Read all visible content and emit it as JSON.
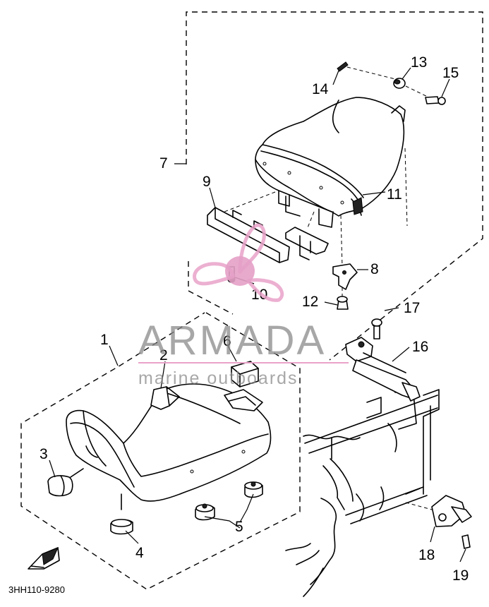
{
  "diagram": {
    "part_code": "3HH110-9280",
    "callouts": [
      {
        "id": "c1",
        "text": "1"
      },
      {
        "id": "c2",
        "text": "2"
      },
      {
        "id": "c3",
        "text": "3"
      },
      {
        "id": "c4",
        "text": "4"
      },
      {
        "id": "c5",
        "text": "5"
      },
      {
        "id": "c6",
        "text": "6"
      },
      {
        "id": "c7",
        "text": "7"
      },
      {
        "id": "c8",
        "text": "8"
      },
      {
        "id": "c9",
        "text": "9"
      },
      {
        "id": "c10",
        "text": "10"
      },
      {
        "id": "c11",
        "text": "11"
      },
      {
        "id": "c12",
        "text": "12"
      },
      {
        "id": "c13",
        "text": "13"
      },
      {
        "id": "c14",
        "text": "14"
      },
      {
        "id": "c15",
        "text": "15"
      },
      {
        "id": "c16",
        "text": "16"
      },
      {
        "id": "c17",
        "text": "17"
      },
      {
        "id": "c18",
        "text": "18"
      },
      {
        "id": "c19",
        "text": "19"
      }
    ]
  },
  "watermark": {
    "brand": "ARMADA",
    "tagline": "marine outboards",
    "logo_color": "#e9a3c9",
    "dot_color": "#e4a0c6",
    "text_color": "#8a8a8a"
  }
}
